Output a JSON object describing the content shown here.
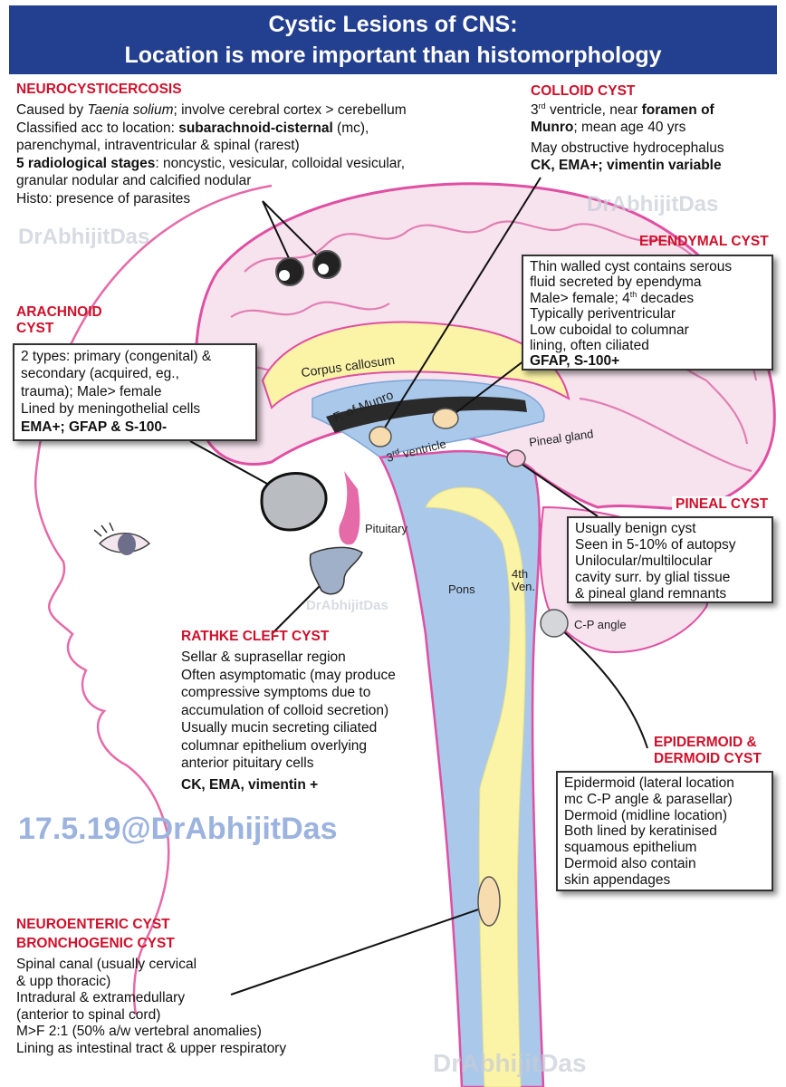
{
  "title": {
    "line1": "Cystic Lesions of CNS:",
    "line2": "Location is more important than histomorphology"
  },
  "anatomy": {
    "corpus_callosum": "Corpus callosum",
    "f_of_munro": "F. of Munro",
    "third_ventricle_num": "3",
    "third_ventricle_sup": "rd",
    "third_ventricle_word": " ventricle",
    "pineal_gland": "Pineal gland",
    "pituitary": "Pituitary",
    "pons": "Pons",
    "fourth_vent_line1": "4th",
    "fourth_vent_line2": "Ven.",
    "cp_angle": "C-P angle"
  },
  "neurocysticercosis": {
    "heading": "NEUROCYSTICERCOSIS",
    "l1_a": "Caused by ",
    "l1_b": "Taenia solium",
    "l1_c": "; involve cerebral cortex > cerebellum",
    "l2_a": "Classified acc to location: ",
    "l2_b": "subarachnoid-cisternal",
    "l2_c": " (mc),",
    "l3": "parenchymal, intraventricular & spinal (rarest)",
    "l4_a": "5 radiological stages",
    "l4_b": ": noncystic, vesicular, colloidal vesicular,",
    "l5": "granular nodular and calcified nodular",
    "l6": "Histo: presence of parasites"
  },
  "colloid_cyst": {
    "heading": "COLLOID CYST",
    "l1_a": "3",
    "l1_sup": "rd",
    "l1_b": " ventricle, near ",
    "l1_c": "foramen of",
    "l2_a": "Munro",
    "l2_b": "; mean age 40 yrs",
    "l3": "May obstructive hydrocephalus",
    "l4": "CK, EMA+; vimentin variable"
  },
  "ependymal_cyst": {
    "heading": "EPENDYMAL  CYST",
    "l1": "Thin walled cyst contains serous",
    "l2": "fluid secreted by ependyma",
    "l3_a": "Male> female; 4",
    "l3_sup": "th",
    "l3_b": " decades",
    "l4": "Typically periventricular",
    "l5": "Low cuboidal to columnar",
    "l6": "lining, often ciliated",
    "l7": "GFAP, S-100+"
  },
  "arachnoid_cyst": {
    "heading1": "ARACHNOID",
    "heading2": "CYST",
    "l1": "2 types: primary (congenital) &",
    "l2": "secondary (acquired, eg.,",
    "l3": "trauma); Male> female",
    "l4": "Lined by meningothelial cells",
    "l5": "EMA+; GFAP & S-100-"
  },
  "pineal_cyst": {
    "heading": "PINEAL CYST",
    "l1": "Usually benign cyst",
    "l2": "Seen in 5-10% of autopsy",
    "l3": "Unilocular/multilocular",
    "l4": "cavity surr. by glial tissue",
    "l5": "& pineal gland remnants"
  },
  "rathke_cleft_cyst": {
    "heading": "RATHKE CLEFT CYST",
    "l1": "Sellar & suprasellar region",
    "l2": "Often asymptomatic (may produce",
    "l3": "compressive symptoms due to",
    "l4": "accumulation of colloid secretion)",
    "l5": "Usually mucin secreting ciliated",
    "l6": "columnar epithelium overlying",
    "l7": "anterior pituitary cells",
    "l8": "CK, EMA, vimentin +"
  },
  "epidermoid_dermoid_cyst": {
    "heading1": "EPIDERMOID &",
    "heading2": "DERMOID CYST",
    "l1": "Epidermoid (lateral location",
    "l2": "mc C-P angle & parasellar)",
    "l3": "Dermoid (midline location)",
    "l4": "Both lined by keratinised",
    "l5": "squamous epithelium",
    "l6": "Dermoid also contain",
    "l7": "skin appendages"
  },
  "neuroenteric_cyst": {
    "heading1": "NEUROENTERIC  CYST",
    "heading2": "BRONCHOGENIC CYST",
    "l1": "Spinal canal (usually cervical",
    "l2": "& upp thoracic)",
    "l3": "Intradural & extramedullary",
    "l4": "(anterior to spinal cord)",
    "l5": "M>F 2:1 (50% a/w vertebral anomalies)",
    "l6": "Lining as intestinal tract & upper respiratory"
  },
  "watermarks": {
    "date_credit": "17.5.19@DrAbhijitDas",
    "wm1": "DrAbhijitDas",
    "wm2": "DrAbhijitDas",
    "wm3": "DrAbhijitDas",
    "wm4": "DrAbhijitDas"
  },
  "colors": {
    "banner_bg": "#233f8f",
    "heading_red": "#d0102a",
    "brain_outline": "#e04fa3",
    "brain_fill": "#f6e3ee",
    "csf_blue": "#a9c8ea",
    "corpus_yellow": "#fbf3a6",
    "cyst_gray": "#b9bcc1",
    "lesion_tan": "#f6dcae",
    "datemark_blue": "#9bb3de"
  }
}
